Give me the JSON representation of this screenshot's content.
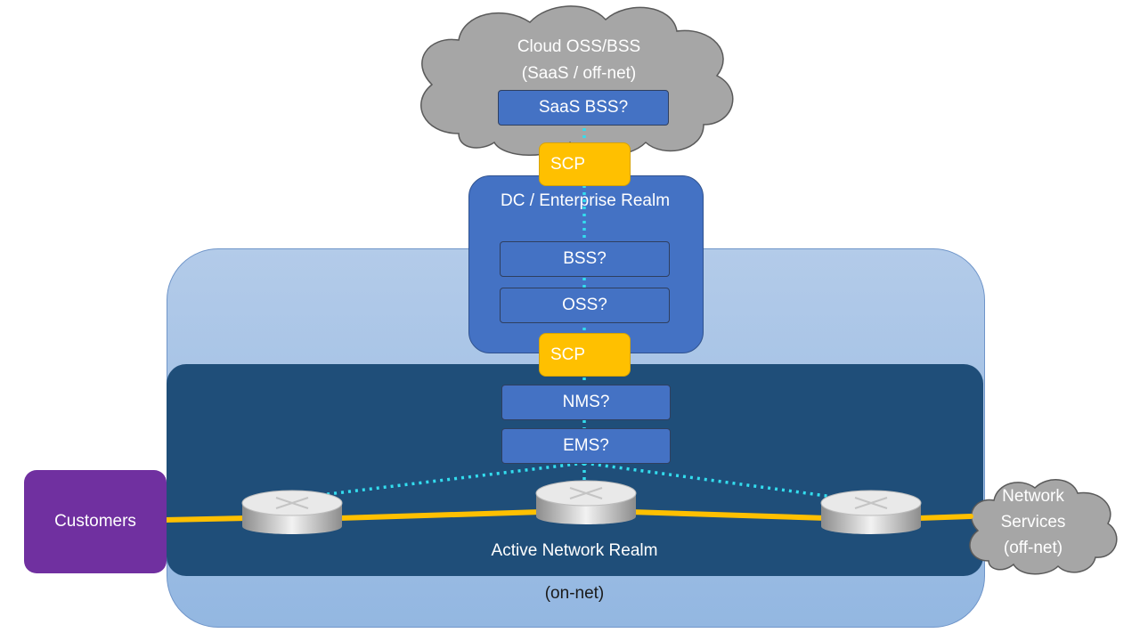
{
  "cloud": {
    "line1": "Cloud OSS/BSS",
    "line2": "(SaaS / off-net)",
    "saas_bss": "SaaS BSS?"
  },
  "scp_top": "SCP",
  "scp_bottom": "SCP",
  "dc_realm": {
    "title": "DC / Enterprise Realm",
    "bss": "BSS?",
    "oss": "OSS?"
  },
  "network_realm": {
    "nms": "NMS?",
    "ems": "EMS?",
    "title": "Active Network Realm"
  },
  "on_net": "(on-net)",
  "customers": "Customers",
  "network_services": {
    "line1": "Network",
    "line2": "Services",
    "line3": "(off-net)"
  },
  "icons": [
    "router-icon",
    "cloud-icon"
  ],
  "colors": {
    "outer_realm": "#a9c4e8",
    "network_realm": "#1f4e79",
    "dc_realm": "#4472c4",
    "component": "#4472c4",
    "scp": "#ffc000",
    "customers": "#7030a0",
    "cloud": "#a6a6a6",
    "link": "#ffc000",
    "mgmt_link": "#33ddee"
  }
}
